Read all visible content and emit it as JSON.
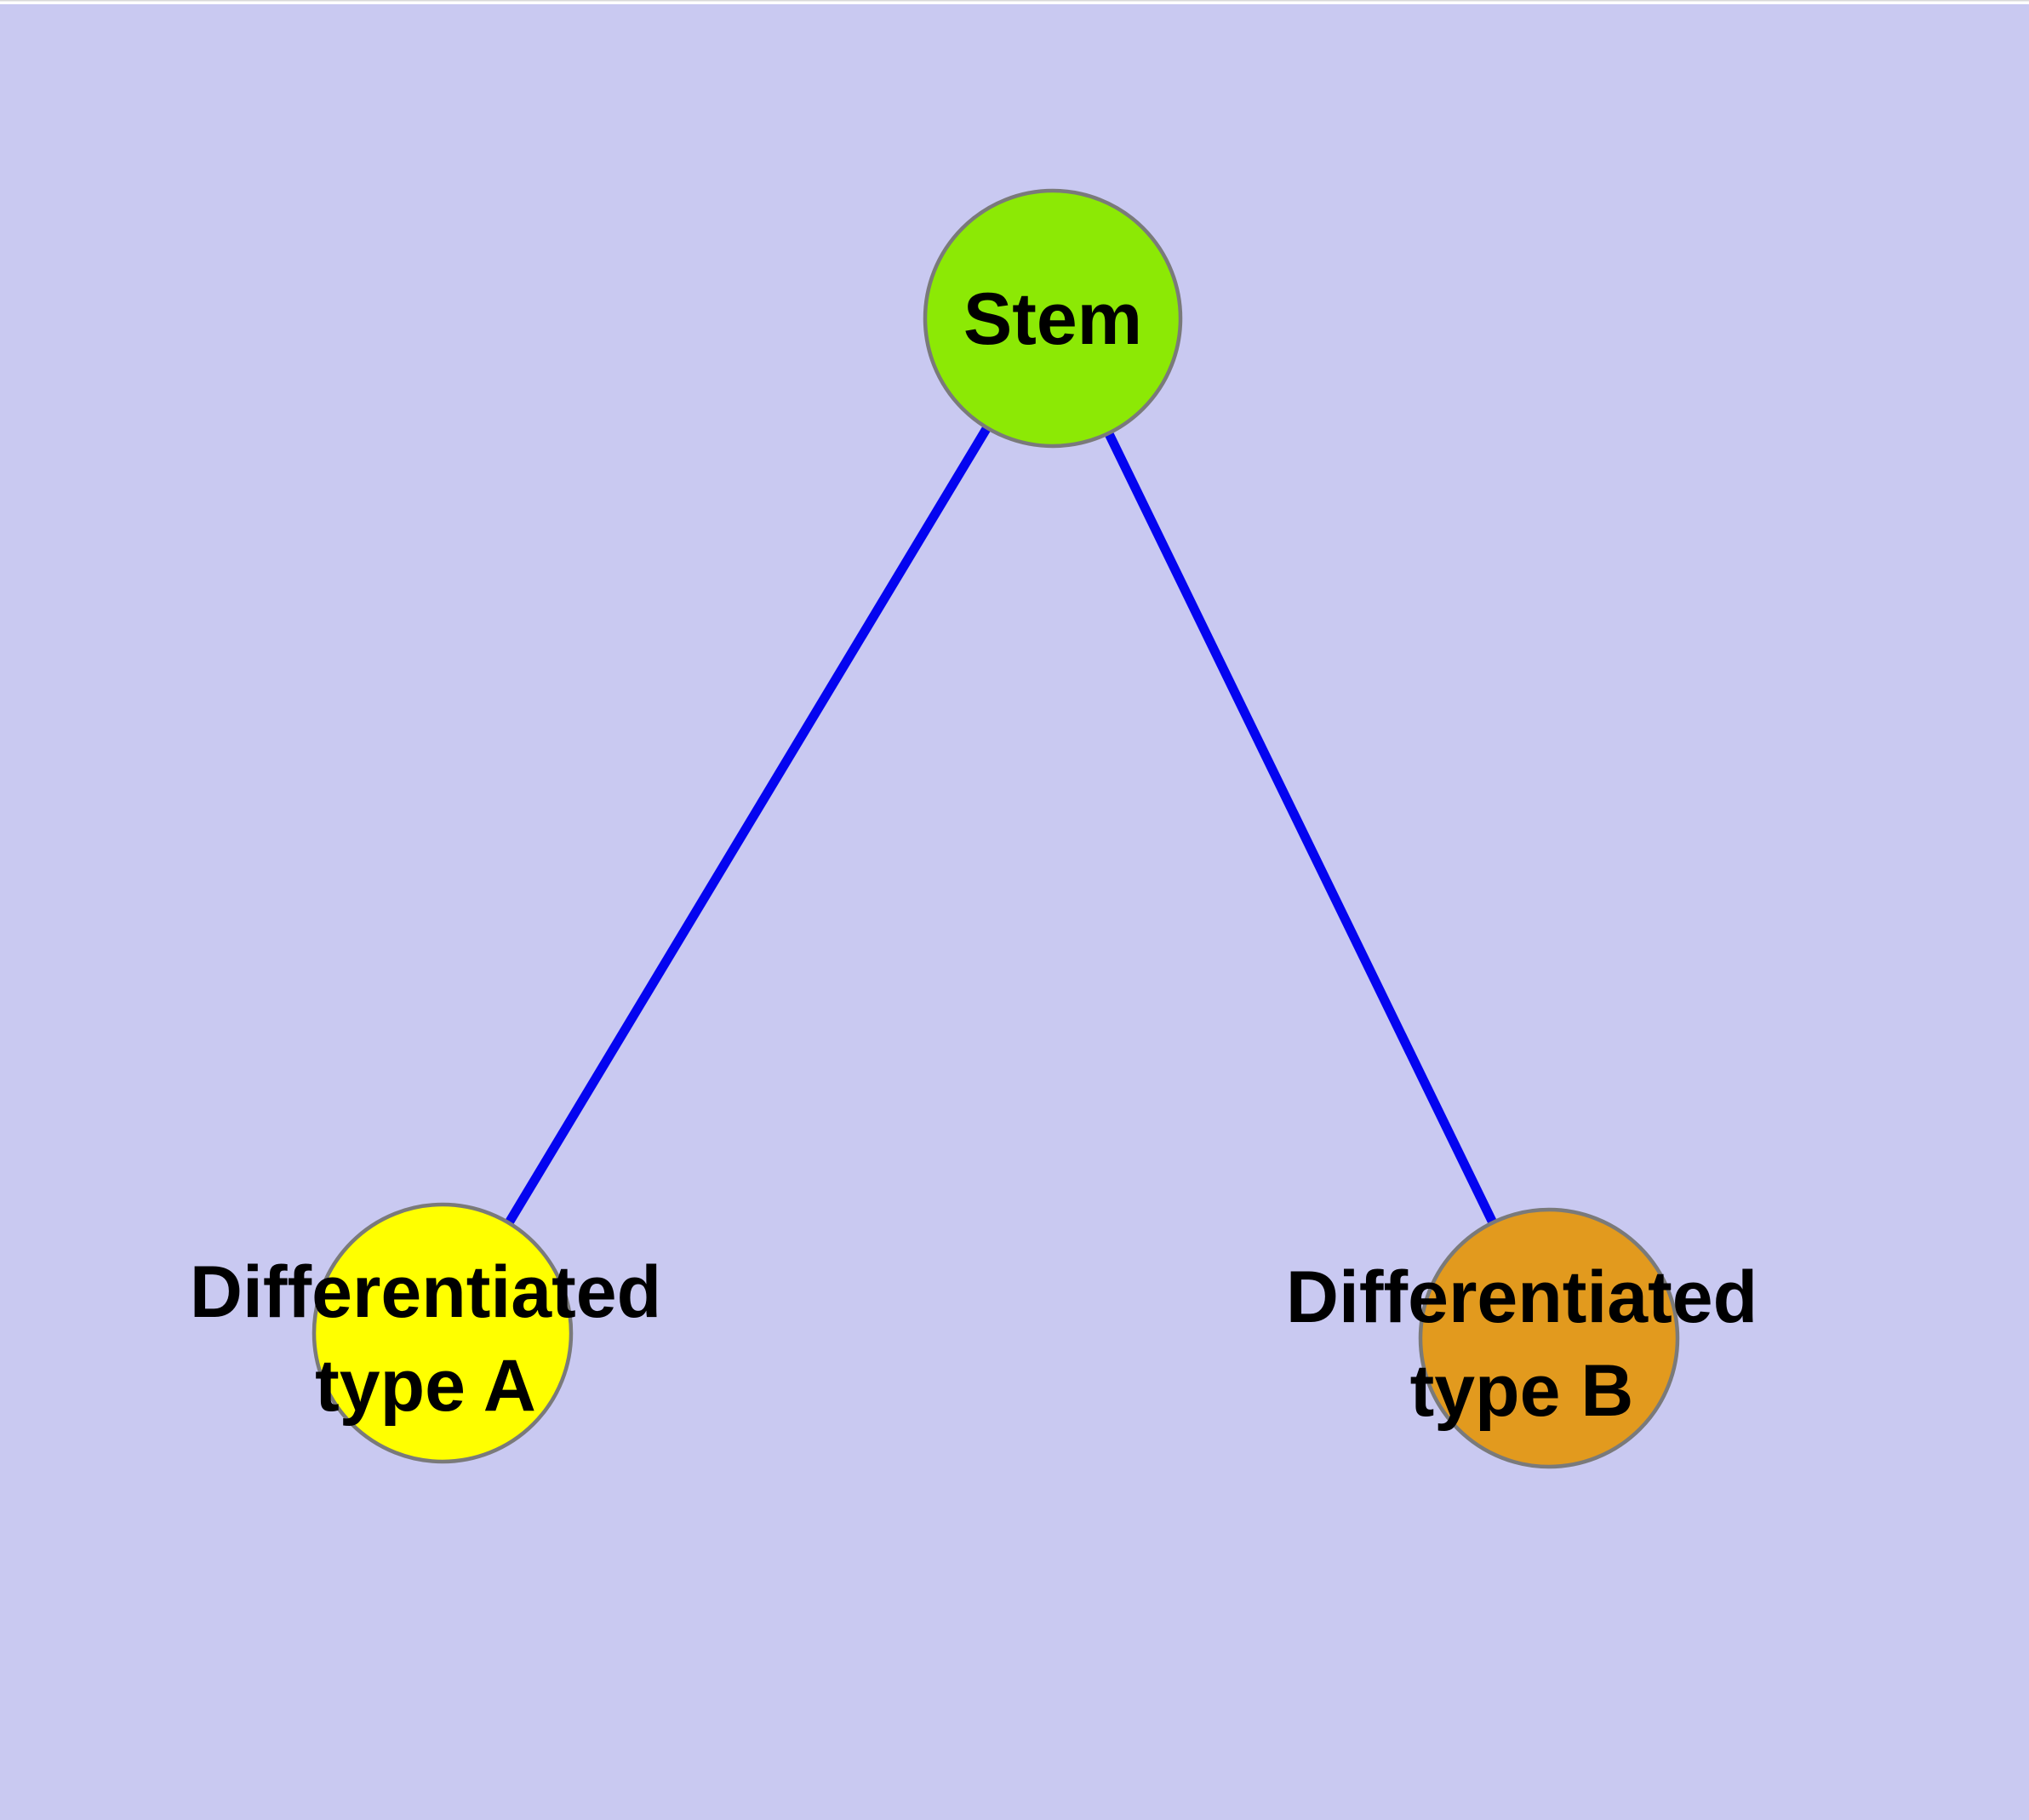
{
  "diagram": {
    "background_color": "#c9c9f1",
    "text_color": "#000000",
    "node_border_color": "#7a7a7a",
    "nodes": {
      "stem": {
        "label": "Stem",
        "fill": "#8ce905"
      },
      "type_a": {
        "label": [
          "Differentiated",
          "type A"
        ],
        "fill": "#ffff00"
      },
      "type_b": {
        "label": [
          "Differentiated",
          "type B"
        ],
        "fill": "#e29a1e"
      }
    },
    "edges": {
      "color": "#0404f0",
      "connections": [
        {
          "from": "Stem",
          "to": "Differentiated type A"
        },
        {
          "from": "Stem",
          "to": "Differentiated type B"
        }
      ]
    }
  }
}
